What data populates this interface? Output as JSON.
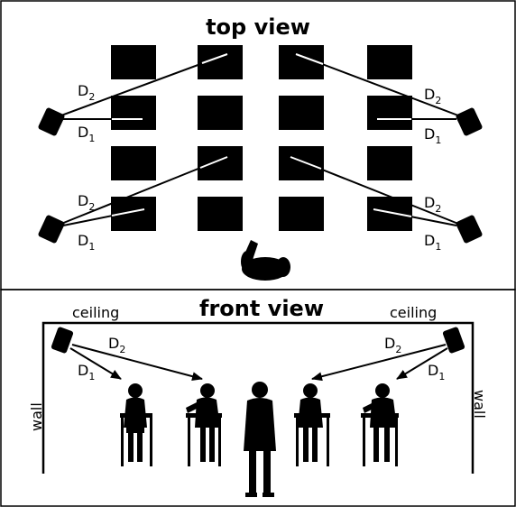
{
  "top_view": {
    "title": "top view",
    "labels": {
      "d2_ul": "D",
      "d2_ul_sub": "2",
      "d1_ul": "D",
      "d1_ul_sub": "1",
      "d2_ur": "D",
      "d2_ur_sub": "2",
      "d1_ur": "D",
      "d1_ur_sub": "1",
      "d2_ll": "D",
      "d2_ll_sub": "2",
      "d1_ll": "D",
      "d1_ll_sub": "1",
      "d2_lr": "D",
      "d2_lr_sub": "2",
      "d1_lr": "D",
      "d1_lr_sub": "1"
    }
  },
  "front_view": {
    "title": "front view",
    "ceiling_left": "ceiling",
    "ceiling_right": "ceiling",
    "wall_left": "wall",
    "wall_right": "wall",
    "labels": {
      "d2_l": "D",
      "d2_l_sub": "2",
      "d1_l": "D",
      "d1_l_sub": "1",
      "d2_r": "D",
      "d2_r_sub": "2",
      "d1_r": "D",
      "d1_r_sub": "1"
    }
  },
  "colors": {
    "ink": "#000000",
    "background": "#ffffff"
  }
}
